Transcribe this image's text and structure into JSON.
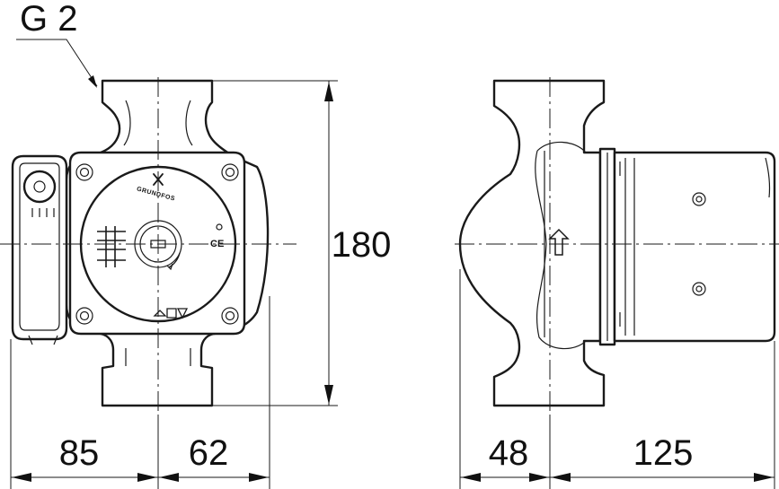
{
  "labels": {
    "thread": "G 2",
    "height": "180",
    "front_left_width": "85",
    "front_right_width": "62",
    "side_left_width": "48",
    "side_right_width": "125"
  },
  "nameplate": {
    "brand": "GRUNDFOS",
    "mark": "CE"
  }
}
